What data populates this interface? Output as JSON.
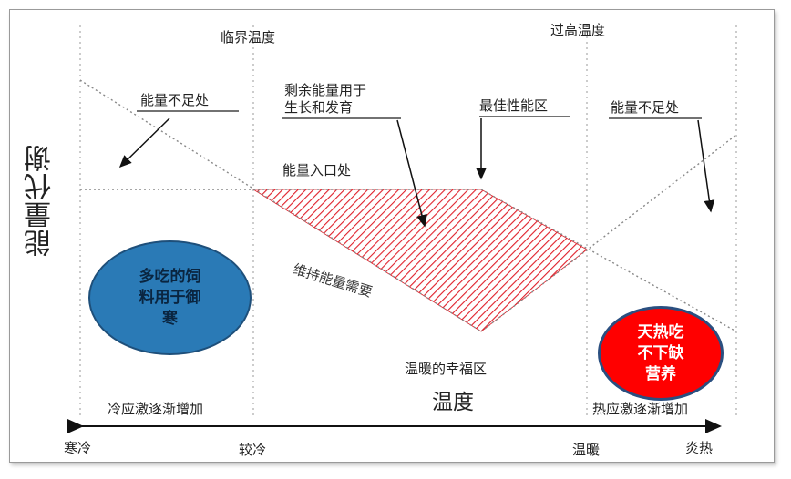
{
  "y_axis_label": "能量代谢",
  "x_axis_label": "温度",
  "top_labels": {
    "critical_temp": "临界温度",
    "over_temp": "过高温度"
  },
  "annotations": {
    "energy_short_left": "能量不足处",
    "surplus_line1": "剩余能量用于",
    "surplus_line2": "生长和发育",
    "optimal_zone": "最佳性能区",
    "energy_short_right": "能量不足处",
    "energy_entry": "能量入口处",
    "maintenance": "维持能量需要",
    "happy_zone": "温暖的幸福区"
  },
  "bottom_zones": {
    "cold_stress": "冷应激逐渐增加",
    "heat_stress": "热应激逐渐增加"
  },
  "x_ticks": {
    "cold": "寒冷",
    "cool": "较冷",
    "warm": "温暖",
    "hot": "炎热"
  },
  "bubbles": {
    "blue": {
      "line1": "多吃的饲",
      "line2": "料用于御",
      "line3": "寒",
      "color": "#2a7ab6"
    },
    "red": {
      "line1": "天热吃",
      "line2": "不下缺",
      "line3": "营养",
      "color": "#ff0000"
    }
  },
  "colors": {
    "hatch": "#e0202a",
    "lines": "#888888"
  }
}
